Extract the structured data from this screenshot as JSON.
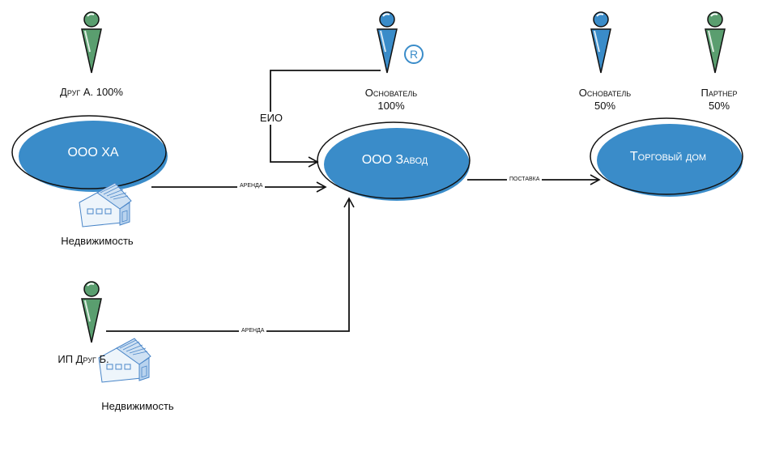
{
  "colors": {
    "company_fill": "#3a8cc9",
    "person_green": "#5a9e6f",
    "person_blue": "#3a8cc9",
    "outline": "#111111",
    "house": "#4a86c8"
  },
  "nodes": {
    "ooo_ha": {
      "label": "ООО ХА"
    },
    "ooo_zavod": {
      "label": "ООО Завод"
    },
    "torg_dom": {
      "label": "Торговый дом"
    }
  },
  "persons": {
    "drug_a": {
      "label": "Друг А. 100%",
      "color": "green"
    },
    "founder_zavod": {
      "label_line1": "Основатель",
      "label_line2": "100%",
      "color": "blue",
      "badge": "registered-mark"
    },
    "founder_torg": {
      "label_line1": "Основатель",
      "label_line2": "50%",
      "color": "blue"
    },
    "partner_torg": {
      "label_line1": "Партнер",
      "label_line2": "50%",
      "color": "green"
    },
    "ip_drug_b": {
      "label": "ИП Друг Б.",
      "color": "green"
    }
  },
  "assets": {
    "realty_1": {
      "label": "Недвижимость",
      "icon": "house-icon"
    },
    "realty_2": {
      "label": "Недвижимость",
      "icon": "house-icon"
    }
  },
  "edges": {
    "eio": {
      "label": "ЕИО",
      "from": "founder_zavod",
      "to": "ooo_zavod"
    },
    "arenda_1": {
      "label": "аренда",
      "from": "ooo_ha",
      "to": "ooo_zavod"
    },
    "arenda_2": {
      "label": "аренда",
      "from": "ip_drug_b",
      "to": "ooo_zavod"
    },
    "postavka": {
      "label": "поставка",
      "from": "ooo_zavod",
      "to": "torg_dom"
    }
  }
}
